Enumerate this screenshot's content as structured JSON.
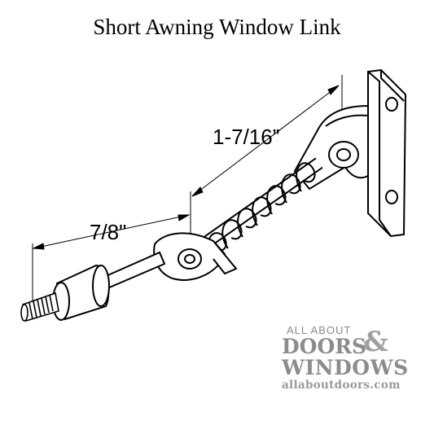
{
  "title": "Short Awning Window Link",
  "dimensions": {
    "long": "1-7/16”",
    "short": "7/8\""
  },
  "logo": {
    "line1": "ALL ABOUT",
    "line2": "DOORS",
    "ampersand": "&",
    "line3": "WINDOWS",
    "url": "allaboutdoors.com"
  },
  "icons": [
    "awning-window-link-drawing",
    "dimension-arrow-icon"
  ]
}
